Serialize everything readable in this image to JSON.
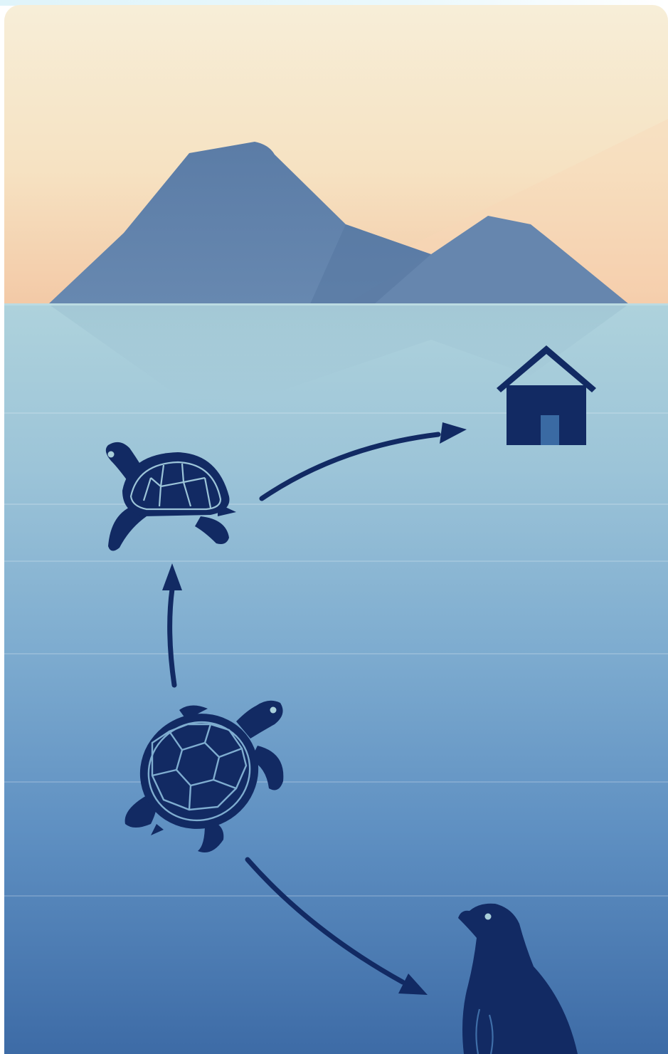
{
  "scene": {
    "subjects": [
      "turtle-hatchling",
      "sea-turtle",
      "seal",
      "house"
    ],
    "connections": [
      {
        "from": "sea-turtle",
        "to": "turtle-hatchling"
      },
      {
        "from": "turtle-hatchling",
        "to": "house"
      },
      {
        "from": "sea-turtle",
        "to": "seal"
      }
    ]
  },
  "colors": {
    "sky_top": "#f6ecd4",
    "sky_bottom": "#f3cba8",
    "mountain": "#5e7fa8",
    "sea_surface": "#a9cfda",
    "sea_deep": "#3f6ea8",
    "silhouette": "#122a63",
    "door": "#3a6aa3"
  }
}
